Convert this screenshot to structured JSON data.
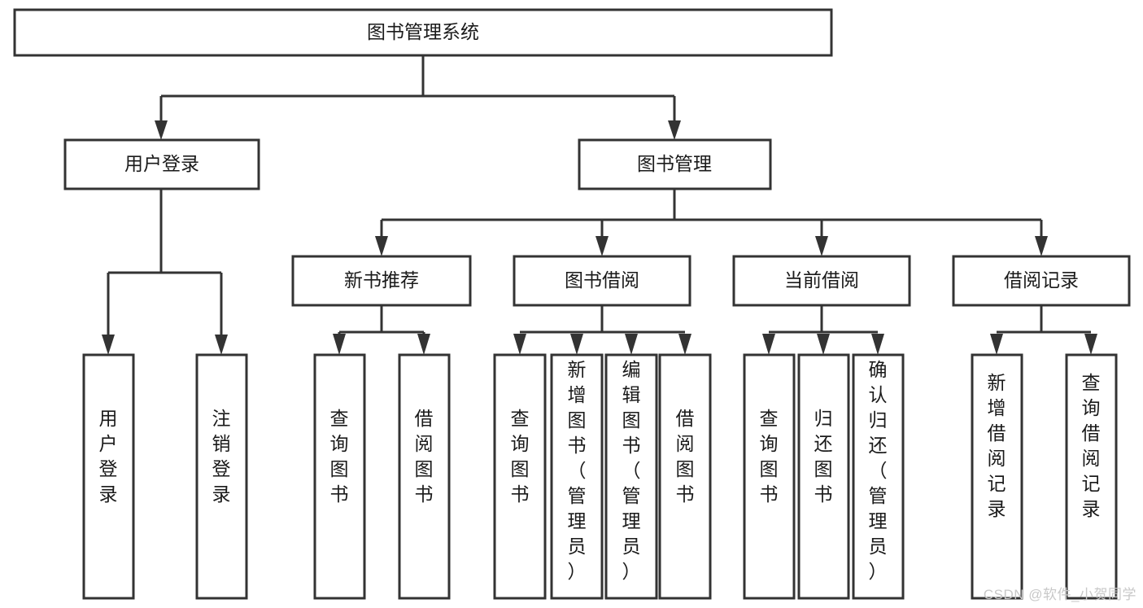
{
  "diagram": {
    "title": "图书管理系统",
    "type": "tree-hierarchy",
    "watermark": "CSDN @软件_小贺同学",
    "colors": {
      "stroke": "#333333",
      "fill": "#ffffff",
      "text": "#1a1a1a",
      "watermark": "#c8c8c8"
    },
    "nodes": {
      "root": {
        "label": "图书管理系统",
        "orientation": "horizontal"
      },
      "level1": [
        {
          "label": "用户登录",
          "orientation": "horizontal"
        },
        {
          "label": "图书管理",
          "orientation": "horizontal"
        }
      ],
      "level2": [
        {
          "label": "新书推荐",
          "orientation": "horizontal"
        },
        {
          "label": "图书借阅",
          "orientation": "horizontal"
        },
        {
          "label": "当前借阅",
          "orientation": "horizontal"
        },
        {
          "label": "借阅记录",
          "orientation": "horizontal"
        }
      ],
      "leaves_user_login": [
        {
          "label": "用户登录",
          "orientation": "vertical"
        },
        {
          "label": "注销登录",
          "orientation": "vertical"
        }
      ],
      "leaves_new_book": [
        {
          "label": "查询图书",
          "orientation": "vertical"
        },
        {
          "label": "借阅图书",
          "orientation": "vertical"
        }
      ],
      "leaves_borrow": [
        {
          "label": "查询图书",
          "orientation": "vertical"
        },
        {
          "label": "新增图书（管理员）",
          "orientation": "vertical"
        },
        {
          "label": "编辑图书（管理员）",
          "orientation": "vertical"
        },
        {
          "label": "借阅图书",
          "orientation": "vertical"
        }
      ],
      "leaves_current": [
        {
          "label": "查询图书",
          "orientation": "vertical"
        },
        {
          "label": "归还图书",
          "orientation": "vertical"
        },
        {
          "label": "确认归还（管理员）",
          "orientation": "vertical"
        }
      ],
      "leaves_record": [
        {
          "label": "新增借阅记录",
          "orientation": "vertical"
        },
        {
          "label": "查询借阅记录",
          "orientation": "vertical"
        }
      ]
    }
  }
}
